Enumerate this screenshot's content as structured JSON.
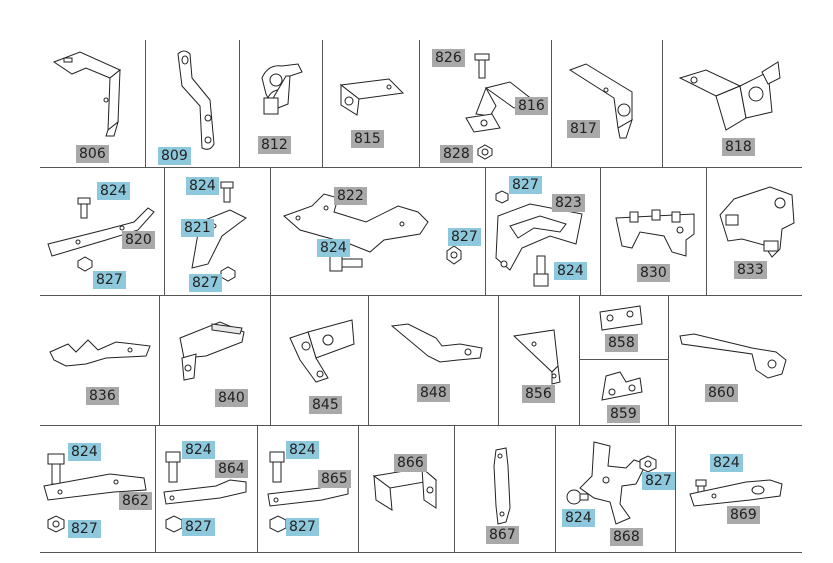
{
  "colors": {
    "gray_label": "#a9a9a9",
    "blue_label": "#8ec8dc",
    "lines": "#555555"
  },
  "labels": {
    "p806": "806",
    "p809": "809",
    "p812": "812",
    "p815": "815",
    "p826": "826",
    "p816": "816",
    "p828": "828",
    "p817": "817",
    "p818": "818",
    "p824a": "824",
    "p820": "820",
    "p827a": "827",
    "p824b": "824",
    "p821": "821",
    "p827b": "827",
    "p822": "822",
    "p824c": "824",
    "p827c": "827",
    "p827d": "827",
    "p823": "823",
    "p824d": "824",
    "p830": "830",
    "p833": "833",
    "p836": "836",
    "p840": "840",
    "p845": "845",
    "p848": "848",
    "p856": "856",
    "p858": "858",
    "p859": "859",
    "p860": "860",
    "p824e": "824",
    "p862": "862",
    "p827e": "827",
    "p824f": "824",
    "p864": "864",
    "p827f": "827",
    "p824g": "824",
    "p865": "865",
    "p827g": "827",
    "p866": "866",
    "p867": "867",
    "p827h": "827",
    "p824h": "824",
    "p868": "868",
    "p824i": "824",
    "p869": "869"
  }
}
